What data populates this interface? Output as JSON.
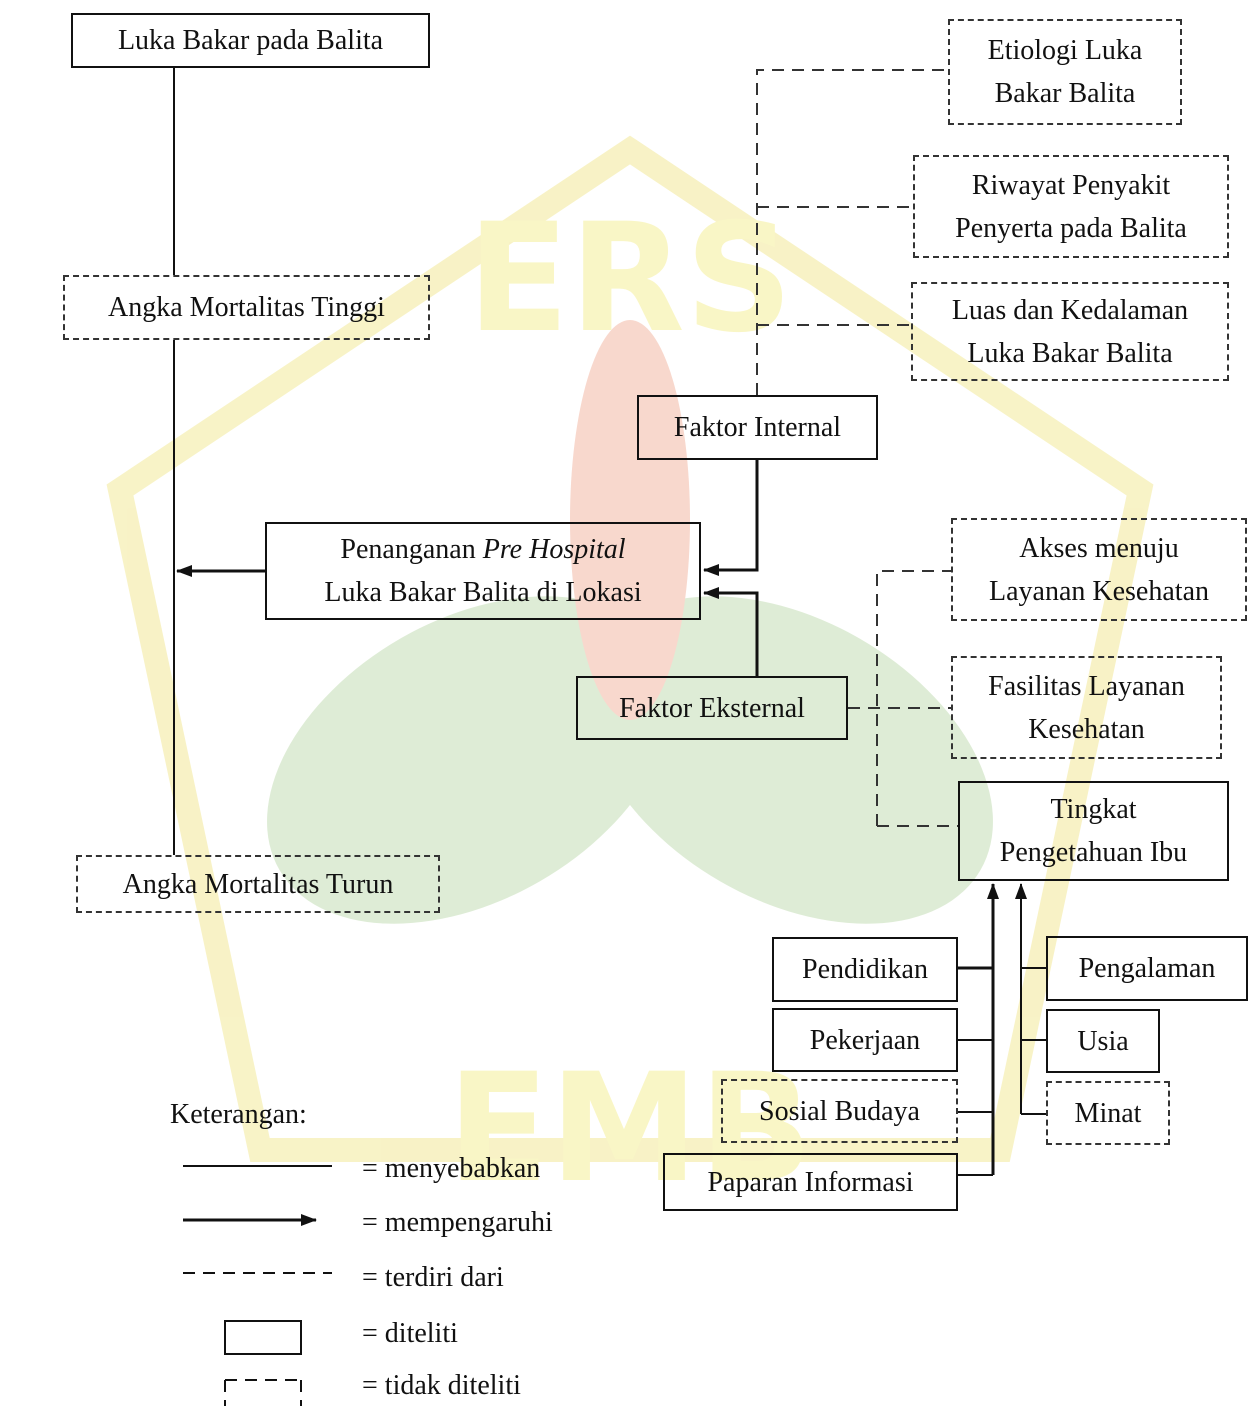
{
  "nodes": {
    "luka_bakar_balita": [
      "Luka Bakar pada Balita"
    ],
    "angka_tinggi": [
      "Angka Mortalitas Tinggi"
    ],
    "angka_turun": [
      "Angka Mortalitas Turun"
    ],
    "penanganan": {
      "line1_plain": "Penanganan ",
      "line1_italic": "Pre Hospital",
      "line2": "Luka Bakar Balita di Lokasi"
    },
    "faktor_internal": [
      "Faktor Internal"
    ],
    "faktor_eksternal": [
      "Faktor Eksternal"
    ],
    "etiologi": [
      "Etiologi Luka",
      "Bakar Balita"
    ],
    "riwayat": [
      "Riwayat Penyakit",
      "Penyerta pada Balita"
    ],
    "luas": [
      "Luas dan Kedalaman",
      "Luka Bakar Balita"
    ],
    "akses": [
      "Akses menuju",
      "Layanan Kesehatan"
    ],
    "fasilitas": [
      "Fasilitas Layanan",
      "Kesehatan"
    ],
    "tingkat": [
      "Tingkat",
      "Pengetahuan Ibu"
    ],
    "pendidikan": [
      "Pendidikan"
    ],
    "pekerjaan": [
      "Pekerjaan"
    ],
    "sosial": [
      "Sosial Budaya"
    ],
    "paparan": [
      "Paparan Informasi"
    ],
    "pengalaman": [
      "Pengalaman"
    ],
    "usia": [
      "Usia"
    ],
    "minat": [
      "Minat"
    ]
  },
  "legend": {
    "title": "Keterangan:",
    "causes": "= menyebabkan",
    "influences": "= mempengaruhi",
    "consists_of": "= terdiri dari",
    "studied": "= diteliti",
    "not_studied": "= tidak diteliti"
  },
  "colors": {
    "line": "#111111",
    "highlight_fill": "#fbfbe0",
    "watermark": "#f4ee60"
  }
}
